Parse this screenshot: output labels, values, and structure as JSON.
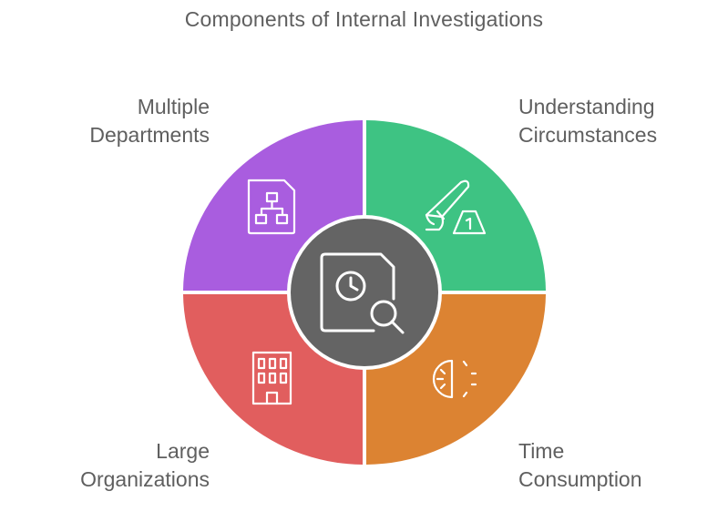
{
  "title": "Components of Internal Investigations",
  "segments": [
    {
      "key": "top_left",
      "lines": [
        "Multiple",
        "Departments"
      ],
      "color": "#a95ddf",
      "icon": "org-chart-document-icon"
    },
    {
      "key": "top_right",
      "lines": [
        "Understanding",
        "Circumstances"
      ],
      "color": "#3ec383",
      "icon": "crime-scene-knife-evidence-icon"
    },
    {
      "key": "bottom_left",
      "lines": [
        "Large",
        "Organizations"
      ],
      "color": "#e15e5e",
      "icon": "office-building-icon"
    },
    {
      "key": "bottom_right",
      "lines": [
        "Time",
        "Consumption"
      ],
      "color": "#dc8332",
      "icon": "half-clock-timer-icon"
    }
  ],
  "center": {
    "color": "#646464",
    "icon": "document-clock-search-icon"
  }
}
